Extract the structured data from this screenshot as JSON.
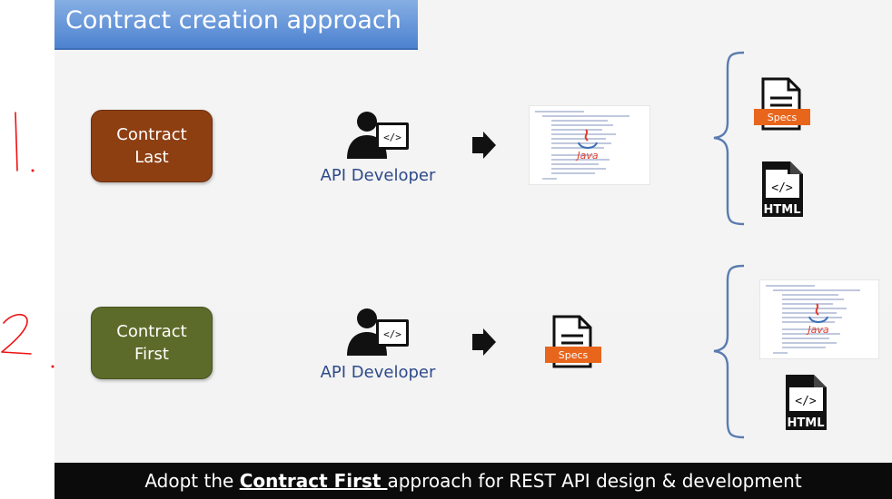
{
  "title": "Contract creation approach",
  "annotations": [
    "1.",
    "2."
  ],
  "rows": [
    {
      "pill": {
        "line1": "Contract",
        "line2": "Last",
        "color": "#8e3f12"
      },
      "developer_label": "API Developer",
      "middle": "java-code",
      "outputs": [
        "specs-doc",
        "html-doc"
      ]
    },
    {
      "pill": {
        "line1": "Contract",
        "line2": "First",
        "color": "#5d6b2a"
      },
      "developer_label": "API Developer",
      "middle": "specs-doc",
      "outputs": [
        "java-code",
        "html-doc"
      ]
    }
  ],
  "labels": {
    "specs": "Specs",
    "html": "HTML",
    "java": "Java",
    "code": "</>"
  },
  "footer": {
    "before": "Adopt the ",
    "emphasis": "Contract First ",
    "after": "approach for REST API design & development"
  },
  "colors": {
    "title_bg": "#5b8ed6",
    "annotation": "#ee1111",
    "specs_tag": "#e8651c",
    "developer_text": "#2e4a8a",
    "footer_bg": "#0b0b0b"
  }
}
